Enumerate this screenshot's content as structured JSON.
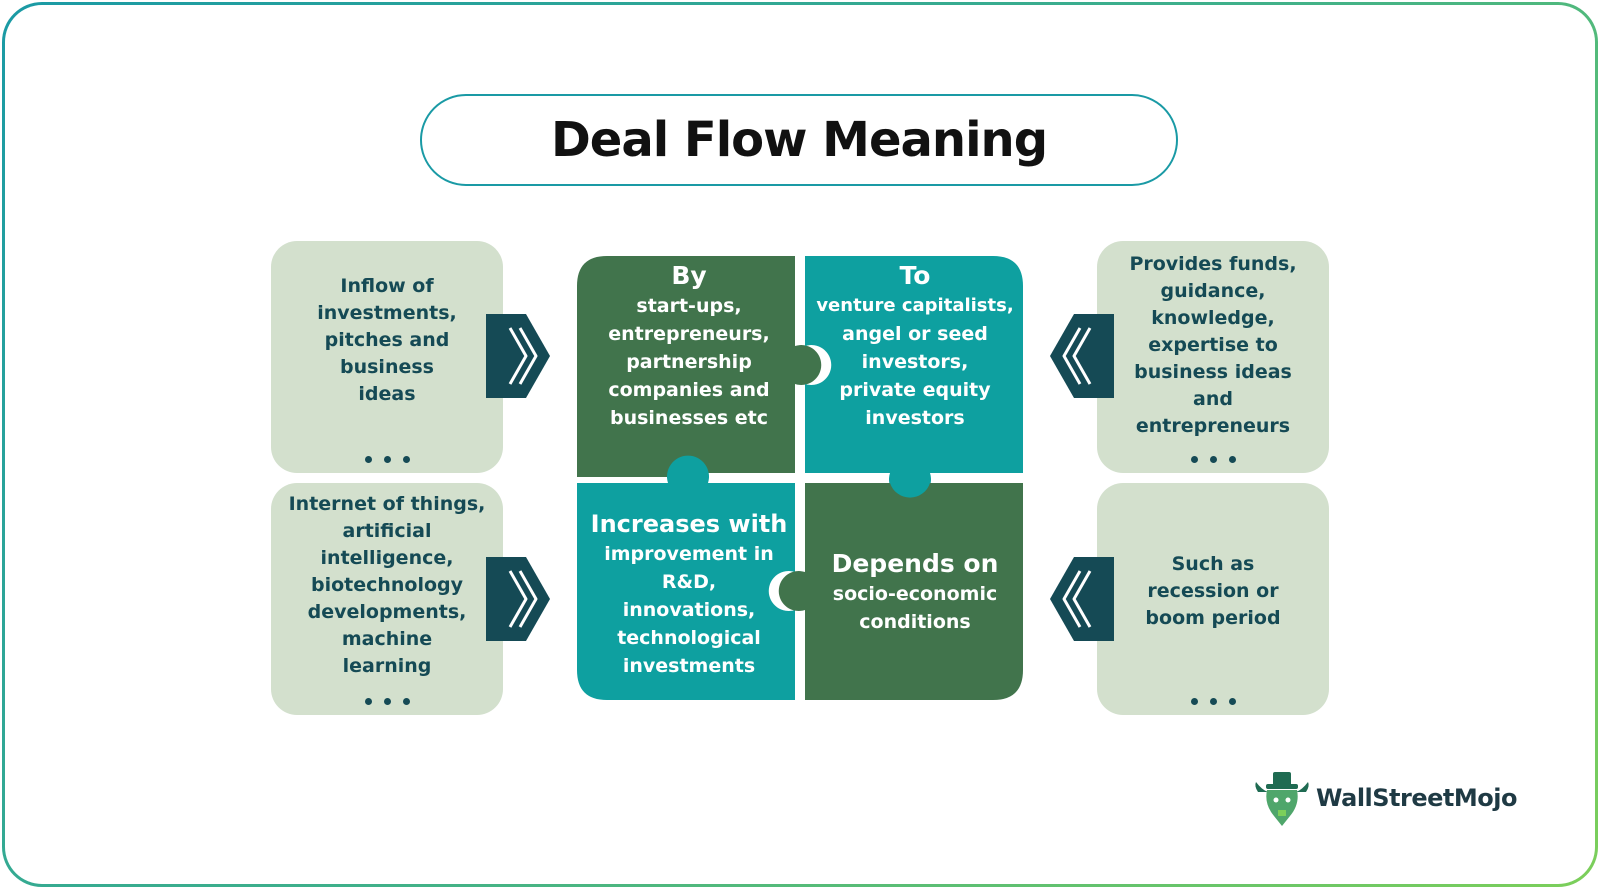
{
  "title": "Deal Flow Meaning",
  "colors": {
    "dark_green": "#41744c",
    "teal": "#0ea0a0",
    "card_bg": "#d3e0cd",
    "chevron": "#154a55",
    "border_accent": "#1a9aa5"
  },
  "left_cards": [
    {
      "text": "Inflow of investments, pitches and business ideas",
      "lines": [
        "Inflow of",
        "investments,",
        "pitches and",
        "business",
        "ideas"
      ]
    },
    {
      "text": "Internet of things, artificial intelligence, biotechnology developments, machine learning",
      "lines": [
        "Internet of things,",
        "artificial",
        "intelligence,",
        "biotechnology",
        "developments,",
        "machine",
        "learning"
      ]
    }
  ],
  "right_cards": [
    {
      "text": "Provides funds, guidance, knowledge, expertise to business ideas and entrepreneurs",
      "lines": [
        "Provides funds,",
        "guidance,",
        "knowledge,",
        "expertise to",
        "business ideas",
        "and",
        "entrepreneurs"
      ]
    },
    {
      "text": "Such as recession or boom period",
      "lines": [
        "Such as",
        "recession or",
        "boom period"
      ]
    }
  ],
  "puzzle": {
    "top_left": {
      "heading": "By",
      "lines": [
        "start-ups,",
        "entrepreneurs,",
        "partnership",
        "companies and",
        "businesses etc"
      ]
    },
    "top_right": {
      "heading": "To",
      "lines": [
        "venture capitalists,",
        "angel or seed",
        "investors,",
        "private equity",
        "investors"
      ]
    },
    "bottom_left": {
      "heading": "Increases with",
      "lines": [
        "improvement in",
        "R&D,",
        "innovations,",
        "technological",
        "investments"
      ]
    },
    "bottom_right": {
      "heading": "Depends on",
      "lines": [
        "socio-economic",
        "conditions"
      ]
    }
  },
  "icons": {
    "left_arrows": "double-chevron-right-icon",
    "right_arrows": "double-chevron-left-icon",
    "more": "ellipsis-dots-icon",
    "logo": "bull-mascot-icon"
  },
  "logo": {
    "text": "WallStreetMojo"
  }
}
